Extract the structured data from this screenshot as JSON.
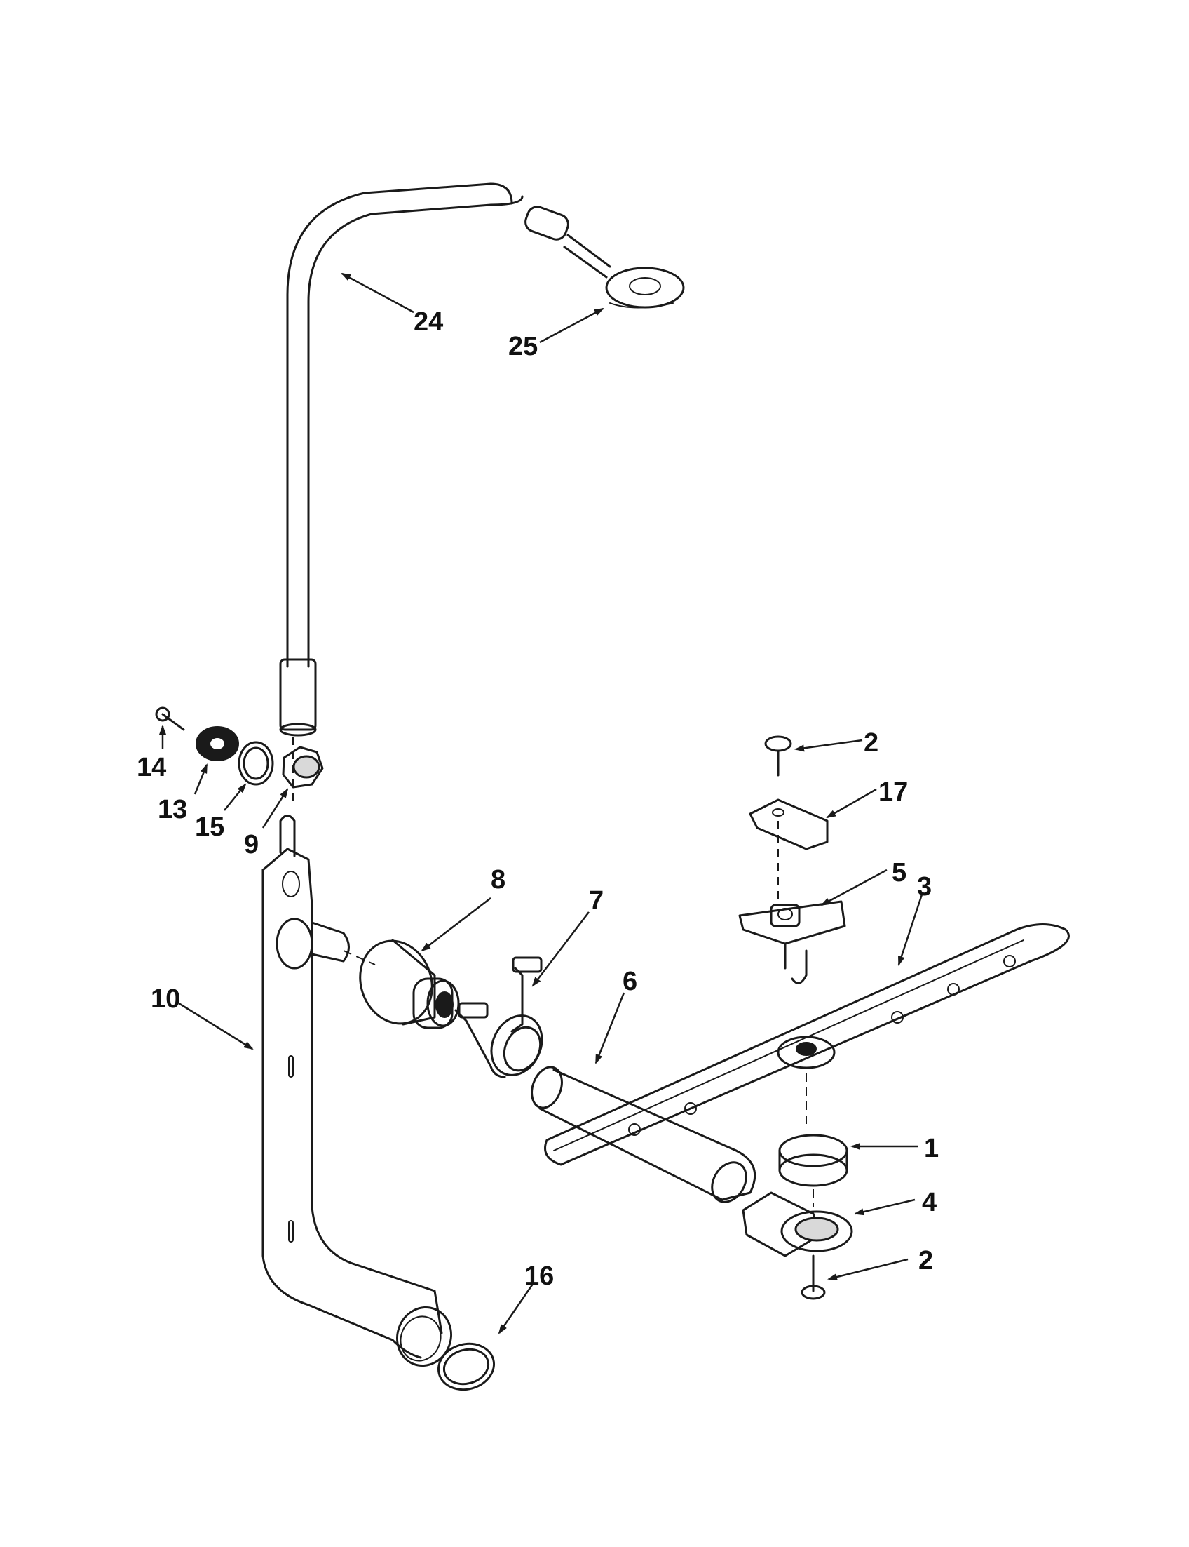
{
  "callouts": {
    "c1": "1",
    "c2a": "2",
    "c2b": "2",
    "c3": "3",
    "c4": "4",
    "c5": "5",
    "c6": "6",
    "c7": "7",
    "c8": "8",
    "c9": "9",
    "c10": "10",
    "c13": "13",
    "c14": "14",
    "c15": "15",
    "c16": "16",
    "c17": "17",
    "c24": "24",
    "c25": "25"
  }
}
